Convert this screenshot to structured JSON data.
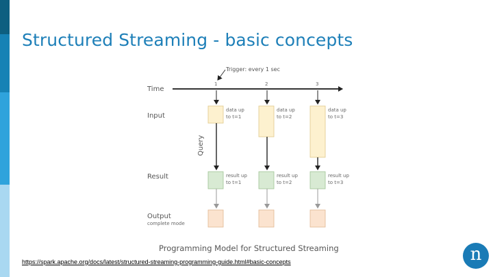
{
  "slide": {
    "title": "Structured Streaming - basic concepts",
    "source_url": "https://spark.apache.org/docs/latest/structured-streaming-programming-guide.html#basic-concepts"
  },
  "diagram": {
    "trigger_label": "Trigger: every 1 sec",
    "time_label": "Time",
    "ticks": [
      "1",
      "2",
      "3"
    ],
    "query_label": "Query",
    "rows": {
      "input": "Input",
      "result": "Result",
      "output": "Output",
      "output_mode": "complete mode"
    },
    "input_boxes": [
      {
        "line1": "data up",
        "line2": "to t=1"
      },
      {
        "line1": "data up",
        "line2": "to t=2"
      },
      {
        "line1": "data up",
        "line2": "to t=3"
      }
    ],
    "result_boxes": [
      {
        "line1": "result up",
        "line2": "to t=1"
      },
      {
        "line1": "result up",
        "line2": "to t=2"
      },
      {
        "line1": "result up",
        "line2": "to t=3"
      }
    ],
    "caption": "Programming Model for Structured Streaming",
    "colors": {
      "input_fill": "#fdf1cf",
      "result_fill": "#d8ead3",
      "output_fill": "#fbe3cf",
      "query_arrow": "#222222",
      "output_arrow": "#aaaaaa"
    }
  },
  "logo": {
    "text": "n",
    "color": "#1a7bb6"
  }
}
